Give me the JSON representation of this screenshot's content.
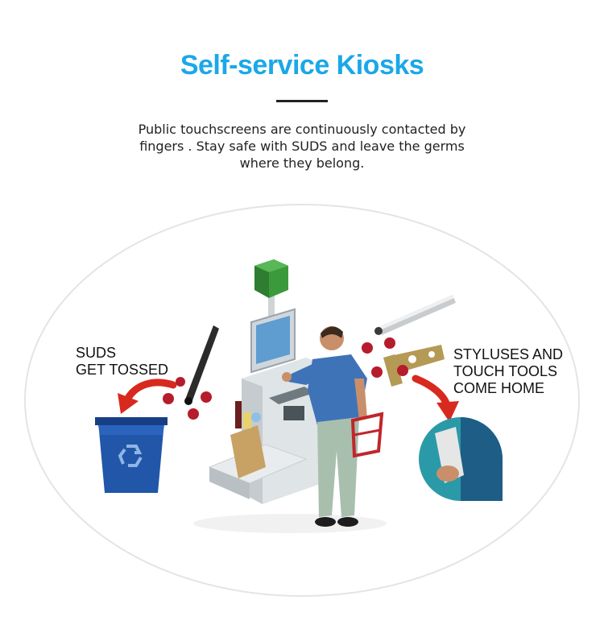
{
  "title": "Self-service Kiosks",
  "description": {
    "line1": "Public touchscreens are continuously contacted by",
    "line2": "fingers . Stay safe with SUDS and leave the germs",
    "line3": "where they belong."
  },
  "labels": {
    "left": {
      "line1": "SUDS",
      "line2": "GET TOSSED"
    },
    "right": {
      "line1": "STYLUSES AND",
      "line2": "TOUCH TOOLS",
      "line3": "COME HOME"
    }
  },
  "colors": {
    "title": "#1aa8e8",
    "bin": "#2156a8",
    "arrow": "#d8291f",
    "virus": "#b71c2c",
    "kiosk_sign": "#3b9a3c",
    "shirt": "#3f73b8",
    "pants": "#a9bfae",
    "brass": "#b49a55"
  },
  "icons": [
    "recycle-icon",
    "virus-icon",
    "arrow-icon",
    "trash-bin-icon",
    "stylus-icon",
    "touch-tool-icon"
  ]
}
